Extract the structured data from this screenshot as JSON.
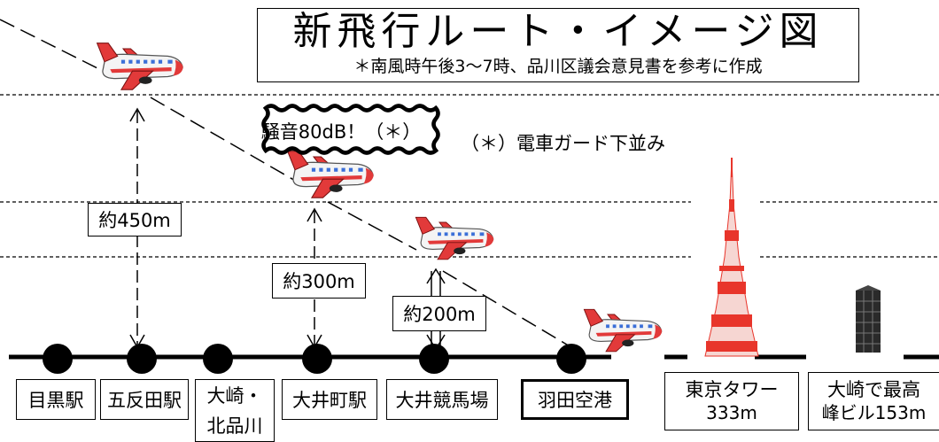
{
  "title": {
    "main": "新飛行ルート・イメージ図",
    "sub": "＊南風時午後3〜7時、品川区議会意見書を参考に作成"
  },
  "noise": {
    "label": "騒音80dB！（＊）",
    "note": "（＊）電車ガード下並み"
  },
  "altitudes": [
    "約450m",
    "約300m",
    "約200m"
  ],
  "stations": [
    "目黒駅",
    "五反田駅",
    "大崎・",
    "北品川",
    "大井町駅",
    "大井競馬場",
    "羽田空港"
  ],
  "landmarks": {
    "tower_name": "東京タワー",
    "tower_height": "333m",
    "building_name": "大崎で最高",
    "building_height": "峰ビル153m"
  },
  "colors": {
    "line": "#000000",
    "tower_red": "#e8352b",
    "plane_red": "#e23a3a",
    "plane_window": "#3b6fd8"
  }
}
